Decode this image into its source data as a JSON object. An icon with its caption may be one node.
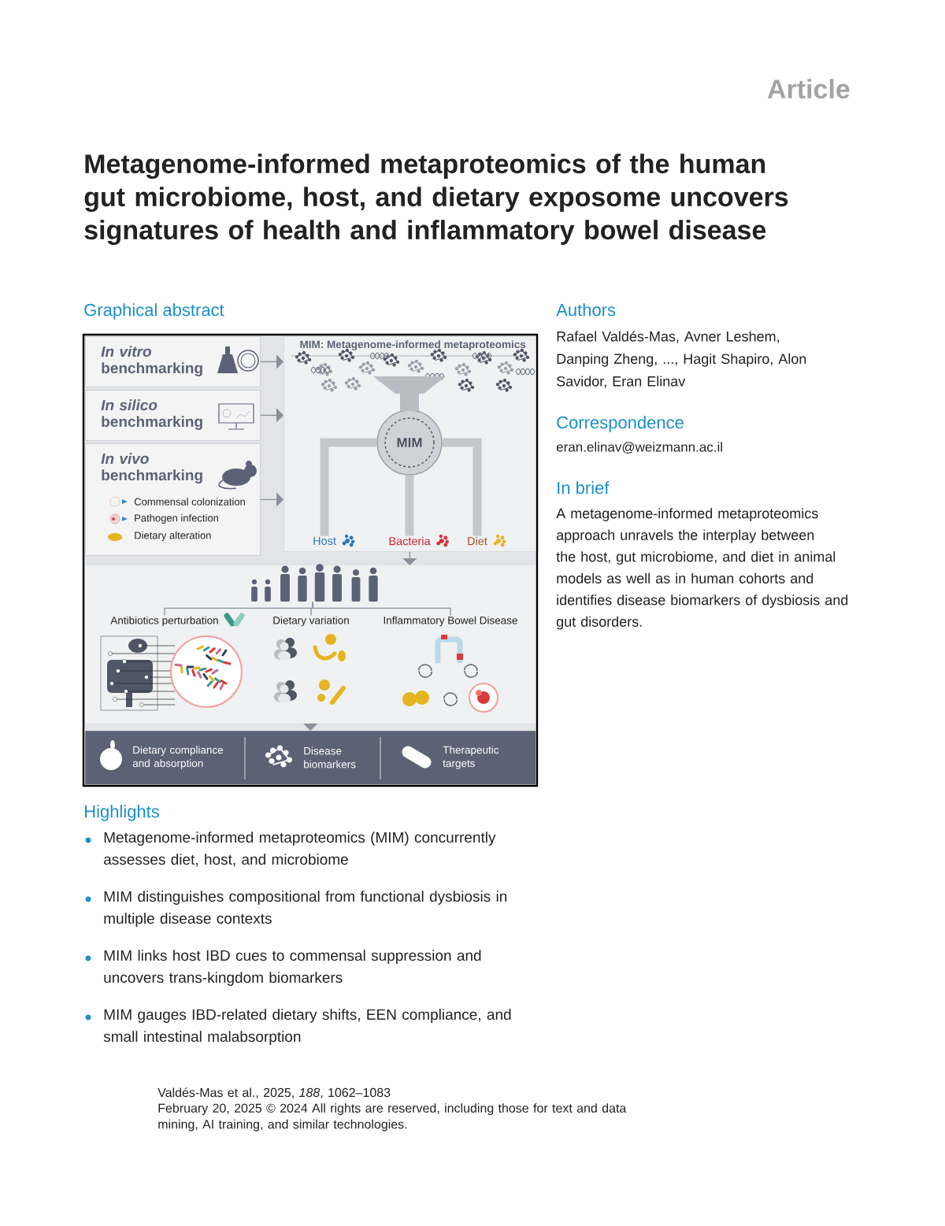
{
  "diagram": {
    "title": "Metagenome-informed metaproteomics of the human gut microbiome, host, and dietary exposome uncovers signatures of health and inflammatory bowel disease",
    "nodes": [
      {
        "text": [
          "*In vitro* benchmarking"
        ]
      },
      {
        "text": [
          "*In silico* benchmarking"
        ]
      },
      {
        "text": [
          "*In vivo* benchmarking",
          "Commensal colonization",
          "Pathogen infection",
          "Dietary alteration"
        ]
      },
      {
        "text": [
          "MIM: Metagenome-informed metaproteomics"
        ]
      },
      {
        "text": [
          "MIM"
        ],
        "in": 3
      },
      {
        "text": [
          "Host"
        ],
        "in": 3
      },
      {
        "text": [
          "Bacteria"
        ],
        "in": 3
      },
      {
        "text": [
          "Diet"
        ],
        "in": 3
      },
      {
        "text": [],
        "shape": "box"
      },
      {
        "text": [],
        "shape": "picture",
        "in": 8
      },
      {
        "text": [
          "Antibiotics perturbation"
        ],
        "in": 8
      },
      {
        "text": [
          "Dietary variation"
        ],
        "in": 8
      },
      {
        "text": [
          "Inflammatory Bowel Disease"
        ],
        "in": 8
      },
      {
        "text": [],
        "shape": "bar"
      },
      {
        "text": [
          "Dietary compliance and absorption"
        ],
        "in": 13
      },
      {
        "text": [
          "Disease biomarkers"
        ],
        "in": 13
      },
      {
        "text": [
          "Therapeutic targets"
        ],
        "in": 13
      }
    ],
    "edges": [
      {
        "from": 0,
        "to": 3,
        "arrow": "to"
      },
      {
        "from": 1,
        "to": 3,
        "arrow": "to"
      },
      {
        "from": 2,
        "to": 3,
        "arrow": "to"
      },
      {
        "from": 4,
        "to": 5,
        "arrow": "none",
        "style": "thick",
        "color": "#c4c8cd"
      },
      {
        "from": 4,
        "to": 6,
        "arrow": "none",
        "style": "thick",
        "color": "#c4c8cd"
      },
      {
        "from": 4,
        "to": 7,
        "arrow": "none",
        "style": "thick",
        "color": "#c4c8cd"
      },
      {
        "from": 3,
        "to": 8,
        "arrow": "to"
      },
      {
        "from": 9,
        "to": 10,
        "arrow": "none"
      },
      {
        "from": 9,
        "to": 11,
        "arrow": "none"
      },
      {
        "from": 9,
        "to": 12,
        "arrow": "none"
      },
      {
        "from": 8,
        "to": 13,
        "arrow": "to"
      }
    ],
    "labels": [
      "Article",
      "Graphical abstract",
      "Authors",
      "Rafael Valdés-Mas, Avner Leshem, Danping Zheng, ..., Hagit Shapiro, Alon Savidor, Eran Elinav",
      "Correspondence",
      "eran.elinav@weizmann.ac.il",
      "In brief",
      "A metagenome-informed metaproteomics approach unravels the interplay between the host, gut microbiome, and diet in animal models as well as in human cohorts and identifies disease biomarkers of dysbiosis and gut disorders.",
      "Highlights",
      "Metagenome-informed metaproteomics (MIM) concurrently assesses diet, host, and microbiome",
      "MIM distinguishes compositional from functional dysbiosis in multiple disease contexts",
      "MIM links host IBD cues to commensal suppression and uncovers trans-kingdom biomarkers",
      "MIM gauges IBD-related dietary shifts, EEN compliance, and small intestinal malabsorption",
      "Valdés-Mas et al., 2025, *188*, 1062–1083",
      "February 20, 2025 © 2024 All rights are reserved, including those for text and data mining, AI training, and similar technologies."
    ]
  }
}
